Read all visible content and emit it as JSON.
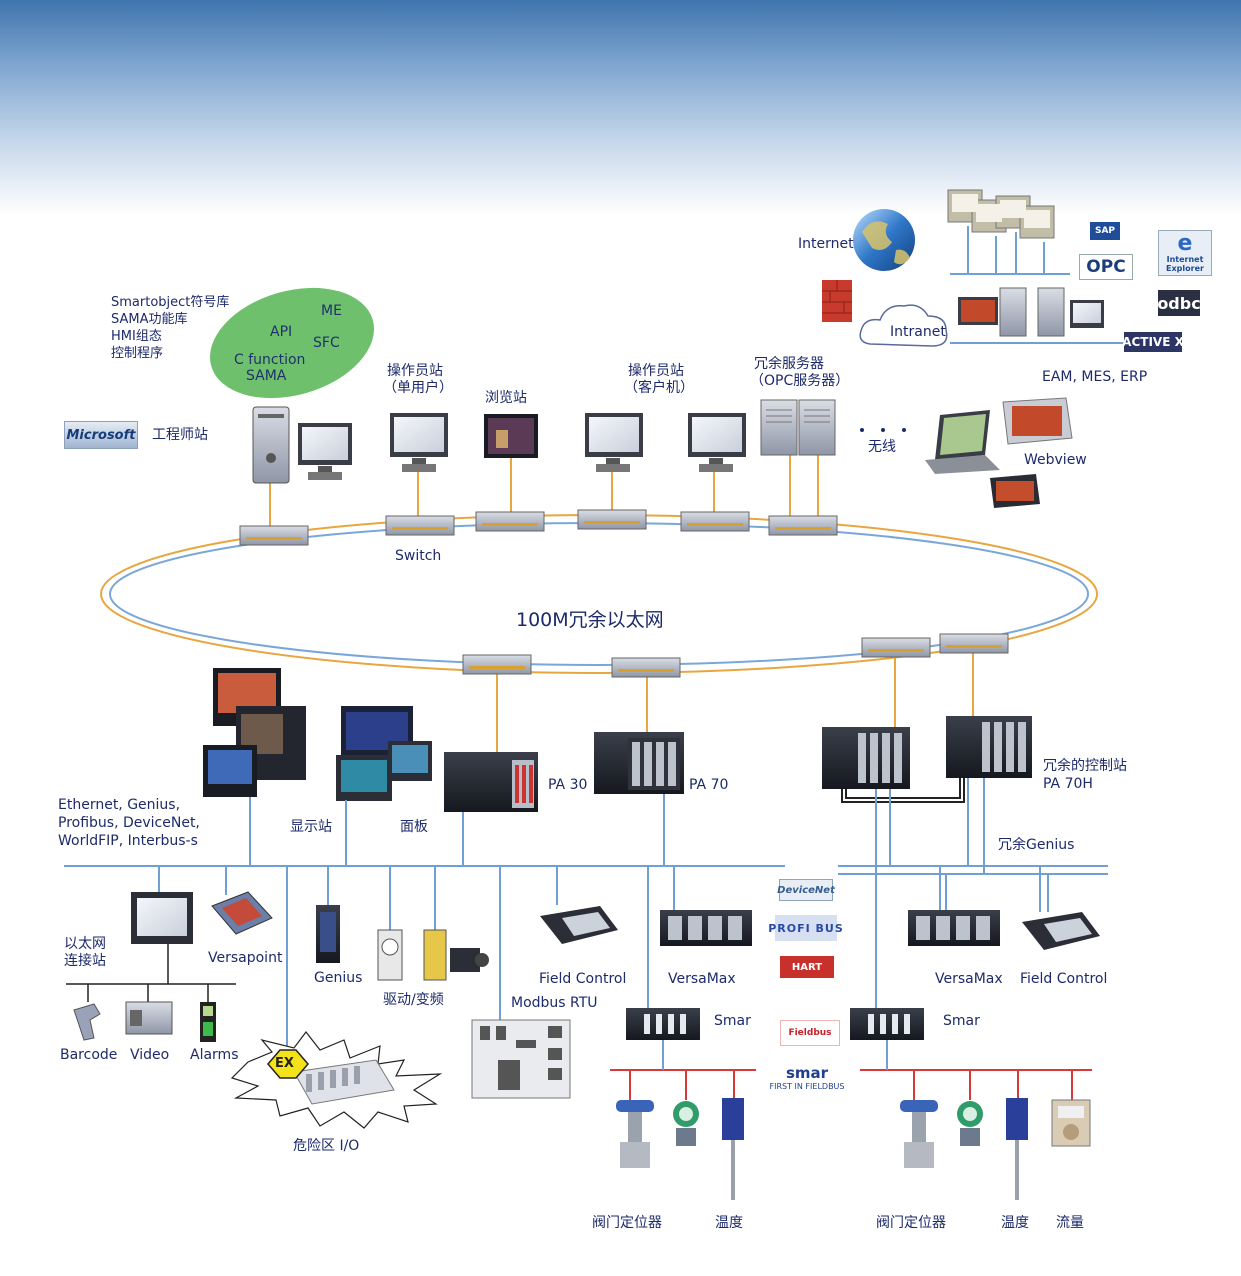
{
  "colors": {
    "header_top": "#3f74ad",
    "label_text": "#1d2a6b",
    "ring_blue": "#7aa7d8",
    "ring_orange": "#e9a640",
    "connector_orange": "#e9a640",
    "bus_blue": "#6f9fd3",
    "fieldbus_red": "#d63a3a",
    "software_ellipse": "#6ec06c"
  },
  "network": {
    "ring_label": "100M冗余以太网",
    "switch_label": "Switch"
  },
  "software_bubble": {
    "items": [
      "ME",
      "API",
      "SFC",
      "C function",
      "SAMA"
    ],
    "side_text": [
      "Smartobject符号库",
      "SAMA功能库",
      "HMI组态",
      "控制程序"
    ]
  },
  "top_nodes": {
    "engineer_station": "工程师站",
    "operator_single": [
      "操作员站",
      "（单用户）"
    ],
    "browser_station": "浏览站",
    "operator_client": [
      "操作员站",
      "（客户机）"
    ],
    "redundant_server": [
      "冗余服务器",
      "（OPC服务器）"
    ],
    "wireless": "无线",
    "webview": "Webview",
    "internet": "Internet",
    "intranet": "Intranet",
    "enterprise": "EAM, MES, ERP"
  },
  "logos": {
    "microsoft": "Microsoft",
    "sap": "SAP",
    "opc": "OPC",
    "internet_explorer": [
      "e",
      "Internet",
      "Explorer"
    ],
    "odbc": "odbc",
    "activex": "ACTIVE X",
    "devicenet": "DeviceNet",
    "profibus": "PROFI BUS",
    "hart": "HART",
    "fieldbus": "Fieldbus",
    "smar_logo": "smar",
    "smar_tagline": "FIRST IN FIELDBUS"
  },
  "control_layer": {
    "pa30": "PA 30",
    "pa70": "PA 70",
    "redundant_station": [
      "冗余的控制站",
      "PA  70H"
    ],
    "display_station": "显示站",
    "panel": "面板",
    "protocols": [
      "Ethernet, Genius,",
      "Profibus, DeviceNet,",
      "WorldFIP, Interbus-s"
    ],
    "redundant_genius": "冗余Genius"
  },
  "field_layer": {
    "ethernet_station": [
      "以太网",
      "连接站"
    ],
    "versapoint": "Versapoint",
    "barcode": "Barcode",
    "video": "Video",
    "alarms": "Alarms",
    "genius": "Genius",
    "drives": "驱动/变频",
    "field_control_left": "Field Control",
    "versamax_left": "VersaMax",
    "modbus_rtu": "Modbus RTU",
    "smar_left": "Smar",
    "hazard_io": "危险区 I/O",
    "ex_badge": "EX",
    "versamax_right": "VersaMax",
    "field_control_right": "Field Control",
    "smar_right": "Smar",
    "valve_positioner_left": "阀门定位器",
    "temperature_left": "温度",
    "valve_positioner_right": "阀门定位器",
    "temperature_right": "温度",
    "flow": "流量"
  }
}
